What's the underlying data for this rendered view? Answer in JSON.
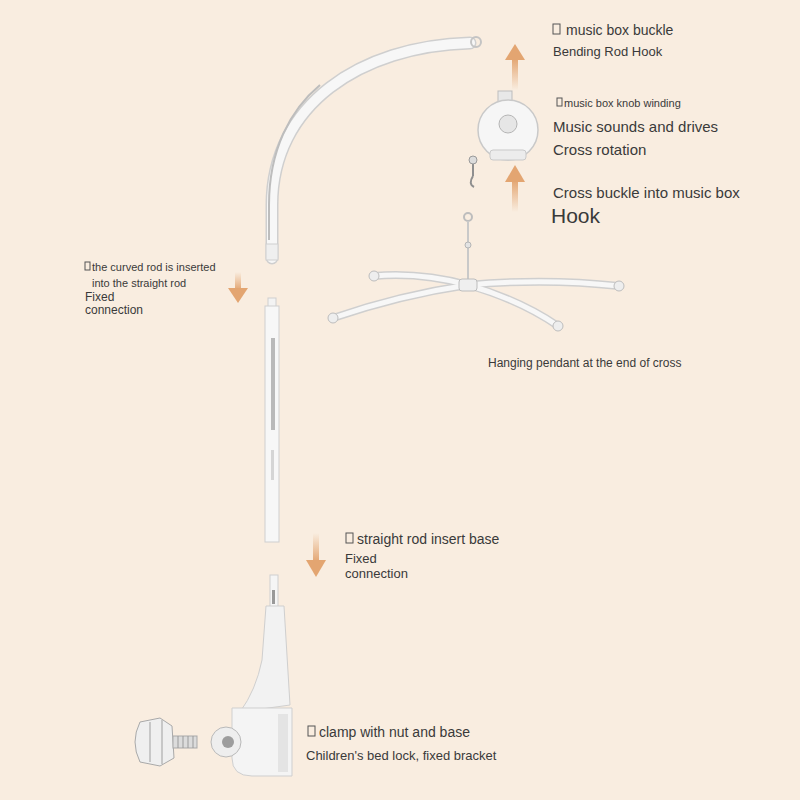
{
  "diagram": {
    "labels": [
      "music box buckle",
      "Bending Rod Hook",
      "music box knob winding",
      "Music sounds and drives Cross rotation",
      "Cross buckle into music box",
      "Hook",
      "the curved rod is inserted into the straight rod",
      "Fixed connection",
      "Hanging pendant at the end of cross",
      "straight rod insert base",
      "Fixed connection",
      "clamp with nut and base",
      "Children's bed lock, fixed bracket"
    ]
  }
}
